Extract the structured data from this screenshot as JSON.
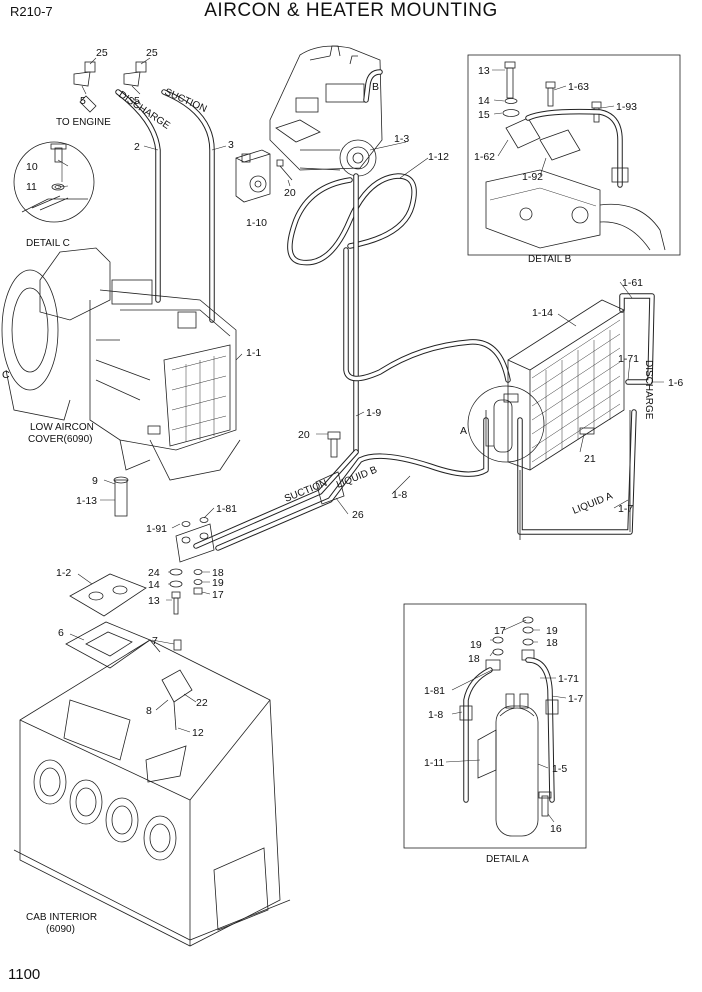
{
  "header": {
    "model": "R210-7",
    "title": "AIRCON & HEATER MOUNTING",
    "page_number": "1100"
  },
  "captions": {
    "to_engine": "TO ENGINE",
    "detail_a": "DETAIL A",
    "detail_b": "DETAIL B",
    "detail_c": "DETAIL C",
    "low_aircon_cover_1": "LOW AIRCON",
    "low_aircon_cover_2": "COVER(6090)",
    "cab_interior_1": "CAB INTERIOR",
    "cab_interior_2": "(6090)"
  },
  "view_letters": {
    "a": "A",
    "b": "B",
    "c": "C"
  },
  "part_labels": {
    "p25a": "25",
    "p25b": "25",
    "p5a": "5",
    "p5b": "5",
    "p2": "2",
    "p3": "3",
    "p1_3": "1-3",
    "p1_12": "1-12",
    "p20a": "20",
    "p1_10": "1-10",
    "p10": "10",
    "p11": "11",
    "p13b": "13",
    "p1_63": "1-63",
    "p14b": "14",
    "p15": "15",
    "p1_93": "1-93",
    "p1_62": "1-62",
    "p1_92": "1-92",
    "p1_61": "1-61",
    "p1_14": "1-14",
    "p1_1": "1-1",
    "p1_71a": "1-71",
    "p1_6": "1-6",
    "p1_9": "1-9",
    "p20b": "20",
    "p21": "21",
    "p9": "9",
    "p1_13": "1-13",
    "p1_81a": "1-81",
    "p1_91": "1-91",
    "p26": "26",
    "p1_8a": "1-8",
    "p1_7a": "1-7",
    "p1_2": "1-2",
    "p24": "24",
    "p14a": "14",
    "p13a": "13",
    "p18a": "18",
    "p19a": "19",
    "p17a": "17",
    "p6": "6",
    "p7": "7",
    "p22": "22",
    "p8": "8",
    "p12": "12",
    "p17b": "17",
    "p19b": "19",
    "p19c": "19",
    "p18b": "18",
    "p18c": "18",
    "p1_81b": "1-81",
    "p1_7b": "1-7",
    "p1_71b": "1-71",
    "p1_8b": "1-8",
    "p1_11": "1-11",
    "p1_5": "1-5",
    "p16": "16"
  },
  "hose_prints": {
    "h2": "DISCHARGE",
    "h3": "SUCTION",
    "h9": "SUCTION",
    "h8": "LIQUID B",
    "h7": "LIQUID A",
    "h6": "DISCHARGE"
  }
}
